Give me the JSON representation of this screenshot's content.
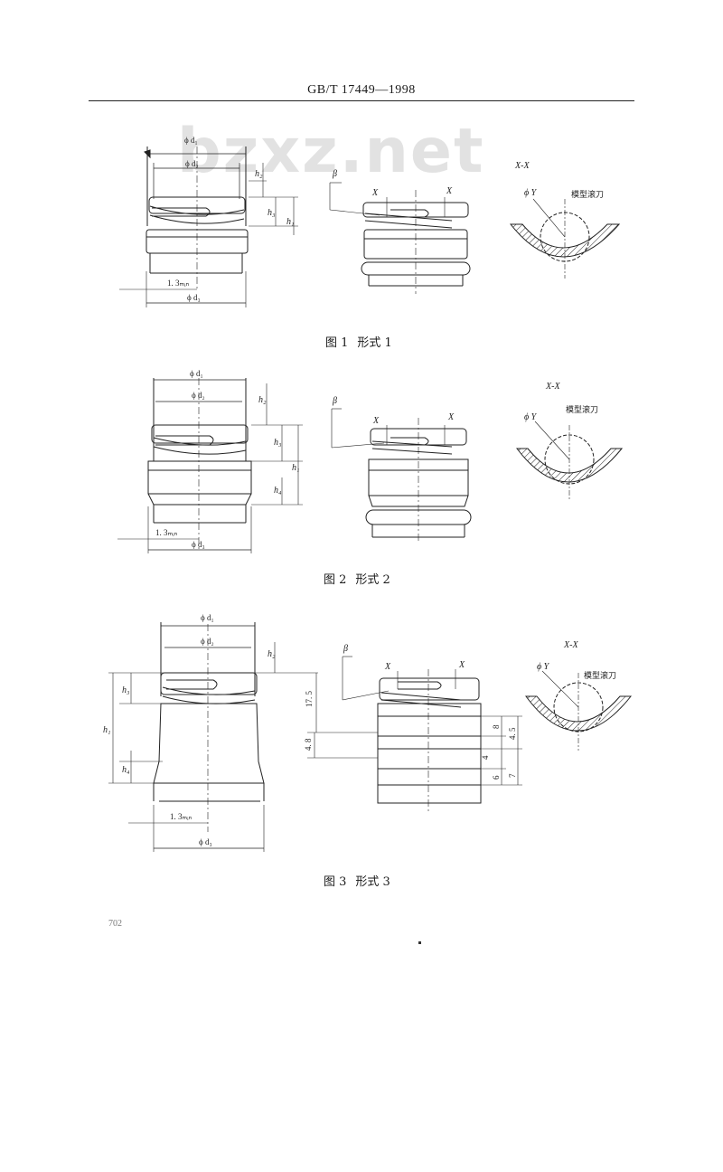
{
  "header": {
    "standard": "GB/T 17449—1998"
  },
  "watermark": "bzxz.net",
  "figures": [
    {
      "caption_num": "图 1",
      "caption_text": "形式 1",
      "labels": {
        "d1": "ϕ d₁",
        "d2": "ϕ d₂",
        "d3": "ϕ d₃",
        "h1": "h₁",
        "h2": "h₂",
        "h3": "h₃",
        "min": "1. 3ₘᵢₙ",
        "beta": "β",
        "x": "X",
        "section": "X-X",
        "phiY": "ϕ Y",
        "tool": "模型滚刀"
      }
    },
    {
      "caption_num": "图 2",
      "caption_text": "形式 2",
      "labels": {
        "d1": "ϕ d₁",
        "d2": "ϕ d₂",
        "d3": "ϕ d₃",
        "h1": "h₁",
        "h2": "h₂",
        "h3": "h₃",
        "h4": "h₄",
        "min": "1. 3ₘᵢₙ",
        "beta": "β",
        "x": "X",
        "section": "X-X",
        "phiY": "ϕ Y",
        "tool": "模型滚刀"
      }
    },
    {
      "caption_num": "图 3",
      "caption_text": "形式 3",
      "labels": {
        "d1": "ϕ d₁",
        "d2": "ϕ d₂",
        "d3": "ϕ d₃",
        "h1": "h₁",
        "h2": "h₂",
        "h3": "h₃",
        "h4": "h₄",
        "min": "1. 3ₘᵢₙ",
        "beta": "β",
        "x": "X",
        "section": "X-X",
        "phiY": "ϕ Y",
        "tool": "模型滚刀",
        "dim_17_5": "17. 5",
        "dim_4_8": "4. 8",
        "dim_8": "8",
        "dim_4_5": "4. 5",
        "dim_4": "4",
        "dim_6": "6",
        "dim_7": "7"
      }
    }
  ],
  "page_number": "702"
}
